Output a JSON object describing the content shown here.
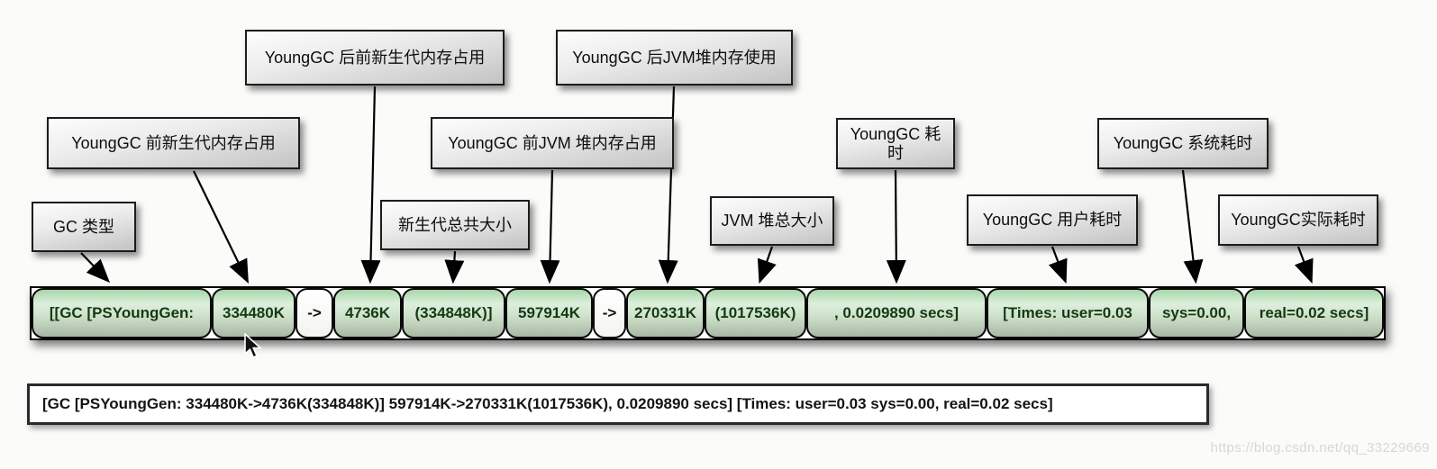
{
  "labels": [
    {
      "text": "YoungGC 后前新生代内存占用"
    },
    {
      "text": "YoungGC 后JVM堆内存使用"
    },
    {
      "text": "YoungGC 前新生代内存占用"
    },
    {
      "text": "YoungGC 前JVM 堆内存占用"
    },
    {
      "text": "YoungGC 耗时"
    },
    {
      "text": "YoungGC 系统耗时"
    },
    {
      "text": "GC 类型"
    },
    {
      "text": "新生代总共大小"
    },
    {
      "text": "JVM 堆总大小"
    },
    {
      "text": "YoungGC 用户耗时"
    },
    {
      "text": "YoungGC实际耗时"
    }
  ],
  "gc_log_segments": [
    {
      "text": "[[GC [PSYoungGen:",
      "kind": "green"
    },
    {
      "text": "334480K",
      "kind": "green"
    },
    {
      "text": "->",
      "kind": "white"
    },
    {
      "text": "4736K",
      "kind": "green"
    },
    {
      "text": "(334848K)]",
      "kind": "green"
    },
    {
      "text": "597914K",
      "kind": "green"
    },
    {
      "text": "->",
      "kind": "white"
    },
    {
      "text": "270331K",
      "kind": "green"
    },
    {
      "text": "(1017536K)",
      "kind": "green"
    },
    {
      "text": ", 0.0209890 secs]",
      "kind": "green"
    },
    {
      "text": "[Times: user=0.03",
      "kind": "green"
    },
    {
      "text": "sys=0.00,",
      "kind": "green"
    },
    {
      "text": "real=0.02 secs]",
      "kind": "green"
    }
  ],
  "log_line": "[GC [PSYoungGen: 334480K->4736K(334848K)] 597914K->270331K(1017536K), 0.0209890 secs] [Times: user=0.03 sys=0.00, real=0.02 secs]",
  "watermark": "https://blog.csdn.net/qq_33229669",
  "colors": {
    "background": "#fbfbf9",
    "segment_green_top": "#a7d7a7",
    "segment_green_bottom": "#a8b7a4",
    "segment_text_green": "#143a14",
    "label_gradient_bottom": "#c3c3c3",
    "border_dark": "#000000",
    "watermark_gray": "#d7d7d5"
  }
}
